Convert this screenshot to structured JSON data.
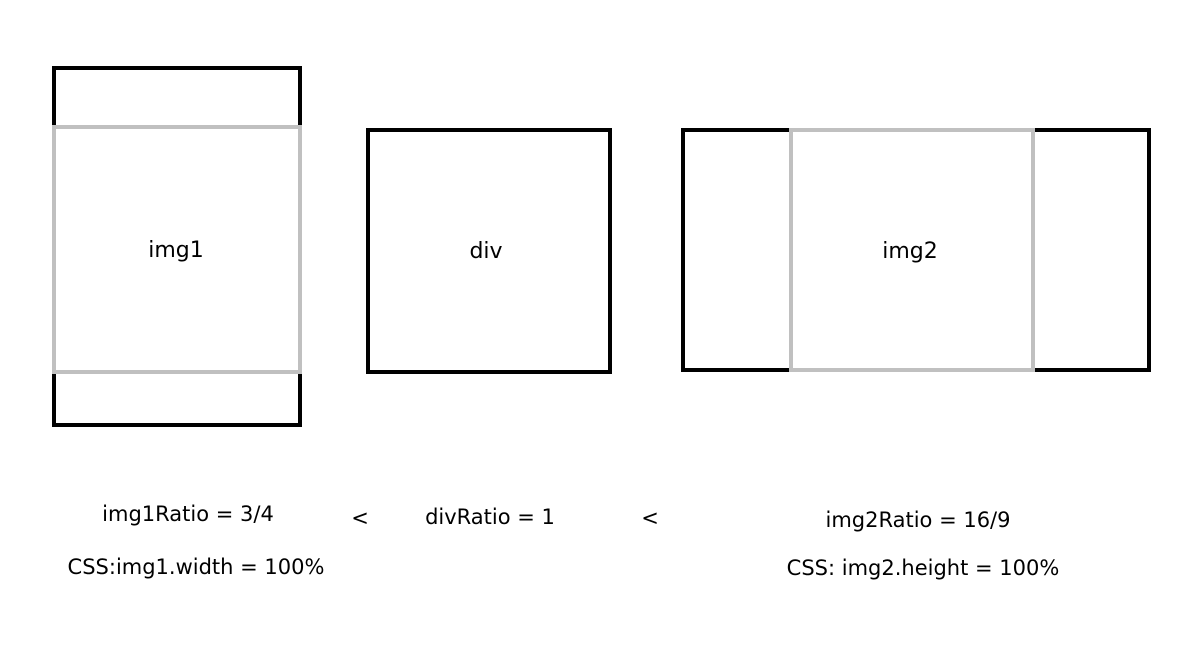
{
  "labels": {
    "img1": "img1",
    "div": "div",
    "img2": "img2"
  },
  "captions": {
    "img1_ratio": "img1Ratio = 3/4",
    "less_than_1": "<",
    "div_ratio": "divRatio = 1",
    "less_than_2": "<",
    "img2_ratio": "img2Ratio = 16/9",
    "img1_css": "CSS:img1.width = 100%",
    "img2_css": "CSS:  img2.height = 100%"
  },
  "colors": {
    "container_border": "#000000",
    "image_border": "#c0c0c0"
  }
}
